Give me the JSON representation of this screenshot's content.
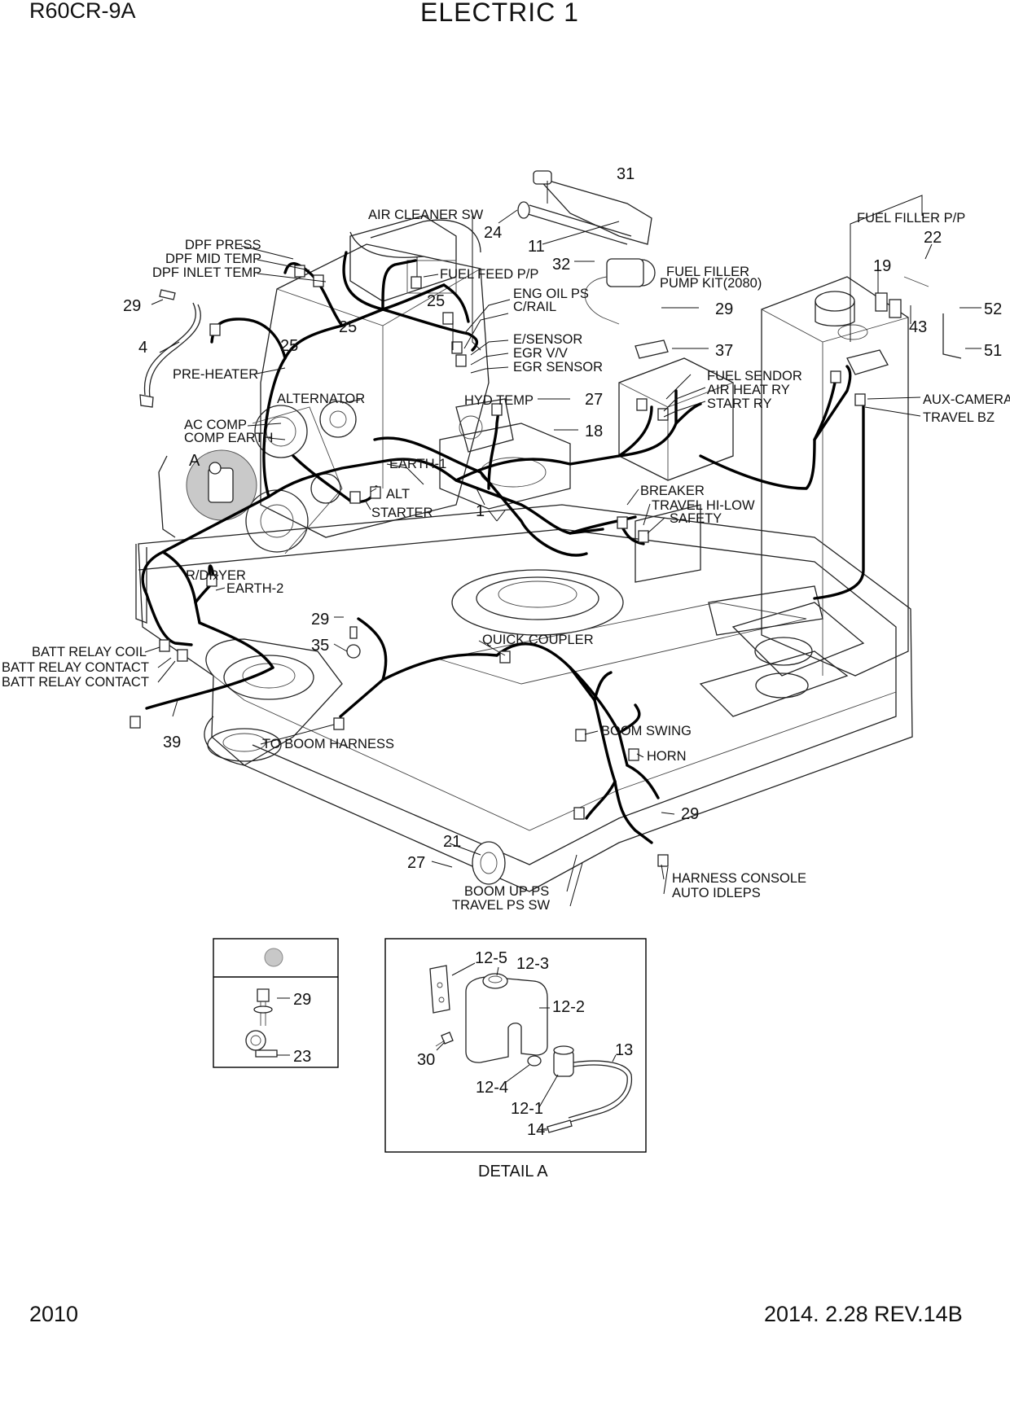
{
  "header": {
    "model": "R60CR-9A",
    "title": "ELECTRIC 1"
  },
  "footer": {
    "page": "2010",
    "revision": "2014. 2.28  REV.14B"
  },
  "labels": {
    "air_cleaner_sw": "AIR CLEANER SW",
    "dpf_press": "DPF PRESS",
    "dpf_mid_temp": "DPF MID TEMP",
    "dpf_inlet_temp": "DPF INLET TEMP",
    "fuel_feed_pp": "FUEL FEED P/P",
    "eng_oil_ps": "ENG OIL PS",
    "c_rail": "C/RAIL",
    "e_sensor": "E/SENSOR",
    "egr_vv": "EGR V/V",
    "egr_sensor": "EGR SENSOR",
    "pre_heater": "PRE-HEATER",
    "alternator": "ALTERNATOR",
    "hyd_temp": "HYD TEMP",
    "ac_comp": "AC COMP",
    "comp_earth": "COMP EARTH",
    "earth_1": "EARTH-1",
    "alt": "ALT",
    "starter": "STARTER",
    "r_dryer": "R/DRYER",
    "earth_2": "EARTH-2",
    "batt_relay_coil": "BATT RELAY COIL",
    "batt_relay_contact_1": "BATT RELAY CONTACT",
    "batt_relay_contact_2": "BATT RELAY CONTACT",
    "to_boom_harness": "TO BOOM HARNESS",
    "quick_coupler": "QUICK COUPLER",
    "boom_swing": "BOOM SWING",
    "horn": "HORN",
    "boom_up_ps": "BOOM UP PS",
    "travel_ps_sw": "TRAVEL PS SW",
    "harness_console": "HARNESS CONSOLE",
    "auto_idleps": "AUTO IDLEPS",
    "fuel_filler_pp": "FUEL FILLER P/P",
    "fuel_filler_pump_kit": "FUEL FILLER",
    "pump_kit_2080": "PUMP KIT(2080)",
    "fuel_sendor": "FUEL SENDOR",
    "air_heat_ry": "AIR HEAT RY",
    "start_ry": "START RY",
    "aux_camera": "AUX-CAMERA",
    "travel_bz": "TRAVEL BZ",
    "breaker": "BREAKER",
    "travel_hi_low": "TRAVEL HI-LOW",
    "safety": "SAFETY",
    "detail_a_marker": "A"
  },
  "callouts": {
    "n31": "31",
    "n24": "24",
    "n11": "11",
    "n32": "32",
    "n29a": "29",
    "n37": "37",
    "n22": "22",
    "n19": "19",
    "n43": "43",
    "n52": "52",
    "n51": "51",
    "n29b": "29",
    "n4": "4",
    "n25a": "25",
    "n25b": "25",
    "n25c": "25",
    "n27a": "27",
    "n18": "18",
    "n1": "1",
    "n29c": "29",
    "n35": "35",
    "n39": "39",
    "n29d": "29",
    "n21": "21",
    "n27b": "27"
  },
  "inset_left": {
    "n29": "29",
    "n23": "23"
  },
  "detail_a": {
    "caption": "DETAIL A",
    "n12_5": "12-5",
    "n12_3": "12-3",
    "n12_2": "12-2",
    "n30": "30",
    "n12_4": "12-4",
    "n12_1": "12-1",
    "n13": "13",
    "n14": "14"
  }
}
